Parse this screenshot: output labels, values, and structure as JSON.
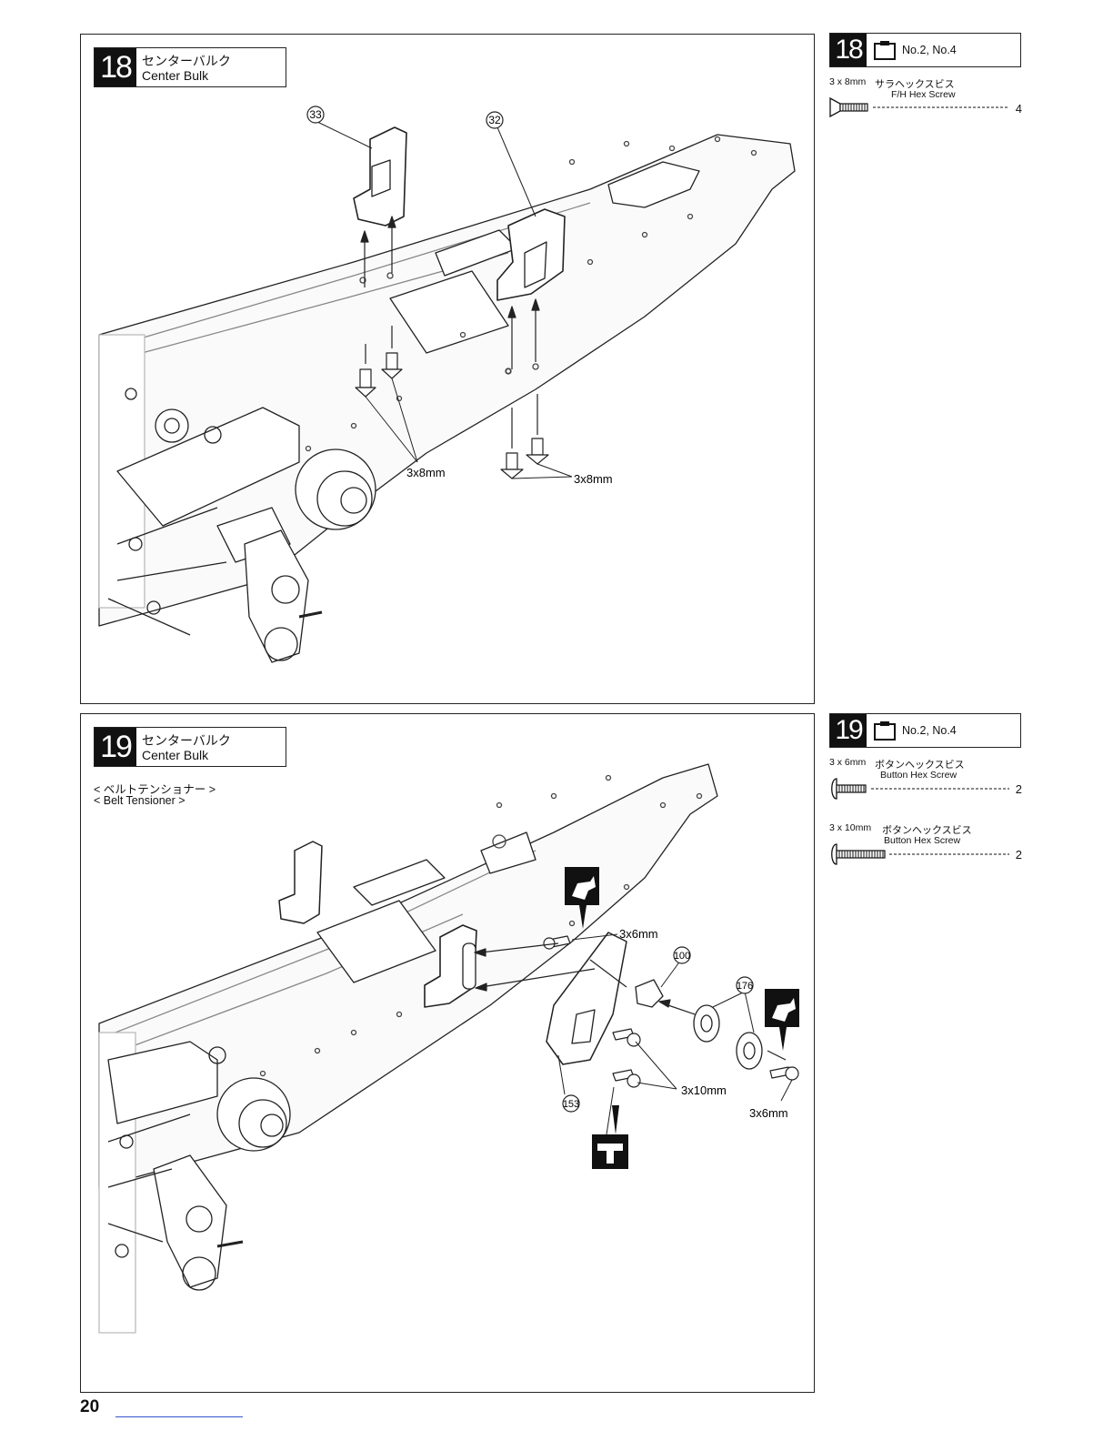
{
  "page": {
    "number": "20"
  },
  "steps": [
    {
      "number": "18",
      "title_jp": "センターバルク",
      "title_en": "Center Bulk",
      "callouts": [
        "33",
        "32"
      ],
      "screw_labels": [
        "3x8mm",
        "3x8mm"
      ]
    },
    {
      "number": "19",
      "title_jp": "センターバルク",
      "title_en": "Center Bulk",
      "sub_jp": "< ベルトテンショナー >",
      "sub_en": "< Belt Tensioner  >",
      "callouts": [
        "100",
        "176",
        "153"
      ],
      "screw_labels": [
        "3x6mm",
        "3x10mm",
        "3x6mm"
      ]
    }
  ],
  "parts_bags": [
    {
      "step": "18",
      "bag": "No.2, No.4",
      "parts": [
        {
          "size": "3 x 8mm",
          "name_jp": "サラヘックスビス",
          "name_en": "F/H Hex Screw",
          "qty": "4",
          "icon": "flat-head-screw-icon"
        }
      ]
    },
    {
      "step": "19",
      "bag": "No.2, No.4",
      "parts": [
        {
          "size": "3 x 6mm",
          "name_jp": "ボタンヘックスビス",
          "name_en": "Button Hex Screw",
          "qty": "2",
          "icon": "button-head-screw-icon"
        },
        {
          "size": "3 x 10mm",
          "name_jp": "ボタンヘックスビス",
          "name_en": "Button Hex Screw",
          "qty": "2",
          "icon": "button-head-screw-icon"
        }
      ]
    }
  ],
  "icons": [
    "parts-bag-icon",
    "thread-lock-icon",
    "hex-wrench-icon"
  ]
}
